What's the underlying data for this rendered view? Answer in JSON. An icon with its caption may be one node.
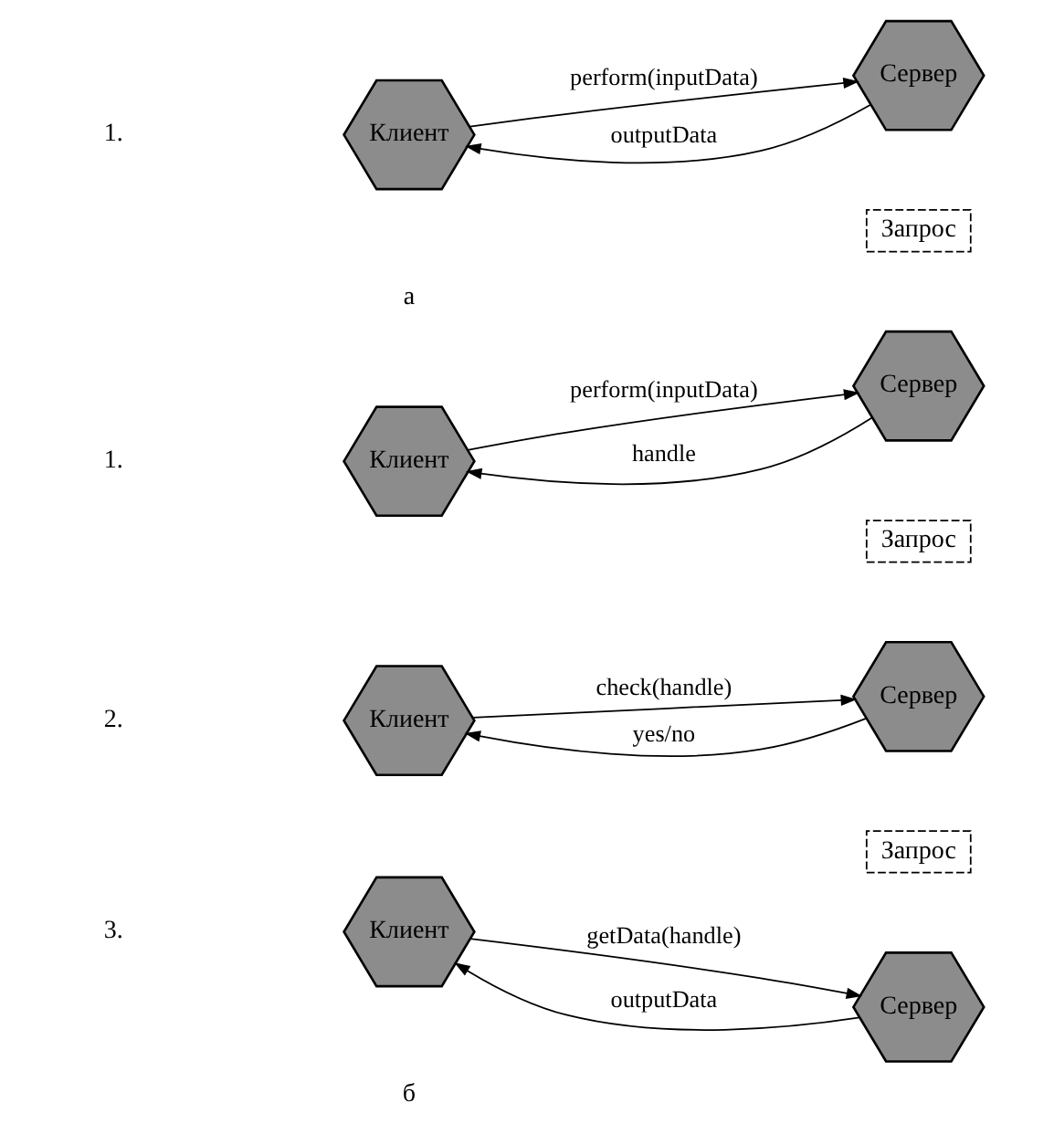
{
  "diagram": {
    "nodes": [
      {
        "text": [
          "Клиент"
        ]
      },
      {
        "text": [
          "Сервер"
        ]
      },
      {
        "text": [
          "Клиент"
        ]
      },
      {
        "text": [
          "Запрос"
        ]
      },
      {
        "text": [
          "Сервер"
        ]
      },
      {
        "text": [
          "Клиент"
        ]
      },
      {
        "text": [
          "Запрос"
        ]
      },
      {
        "text": [
          "Сервер"
        ]
      },
      {
        "text": [
          "Клиент"
        ]
      },
      {
        "text": [
          "Запрос"
        ]
      },
      {
        "text": [
          "Сервер"
        ]
      }
    ],
    "edges": [
      {
        "from": 0,
        "to": 1,
        "arrow": "to",
        "label": "perform(inputData)"
      },
      {
        "from": 1,
        "to": 0,
        "arrow": "to",
        "label": "outputData"
      },
      {
        "from": 2,
        "to": 4,
        "arrow": "to",
        "label": "perform(inputData)"
      },
      {
        "from": 4,
        "to": 2,
        "arrow": "to",
        "label": "handle"
      },
      {
        "from": 5,
        "to": 7,
        "arrow": "to",
        "label": "check(handle)"
      },
      {
        "from": 7,
        "to": 5,
        "arrow": "to",
        "label": "yes/no"
      },
      {
        "from": 8,
        "to": 10,
        "arrow": "to",
        "label": "getData(handle)"
      },
      {
        "from": 10,
        "to": 8,
        "arrow": "to",
        "label": "outputData"
      }
    ],
    "labels": [
      "1.",
      "а",
      "1.",
      "2.",
      "3.",
      "б"
    ]
  }
}
